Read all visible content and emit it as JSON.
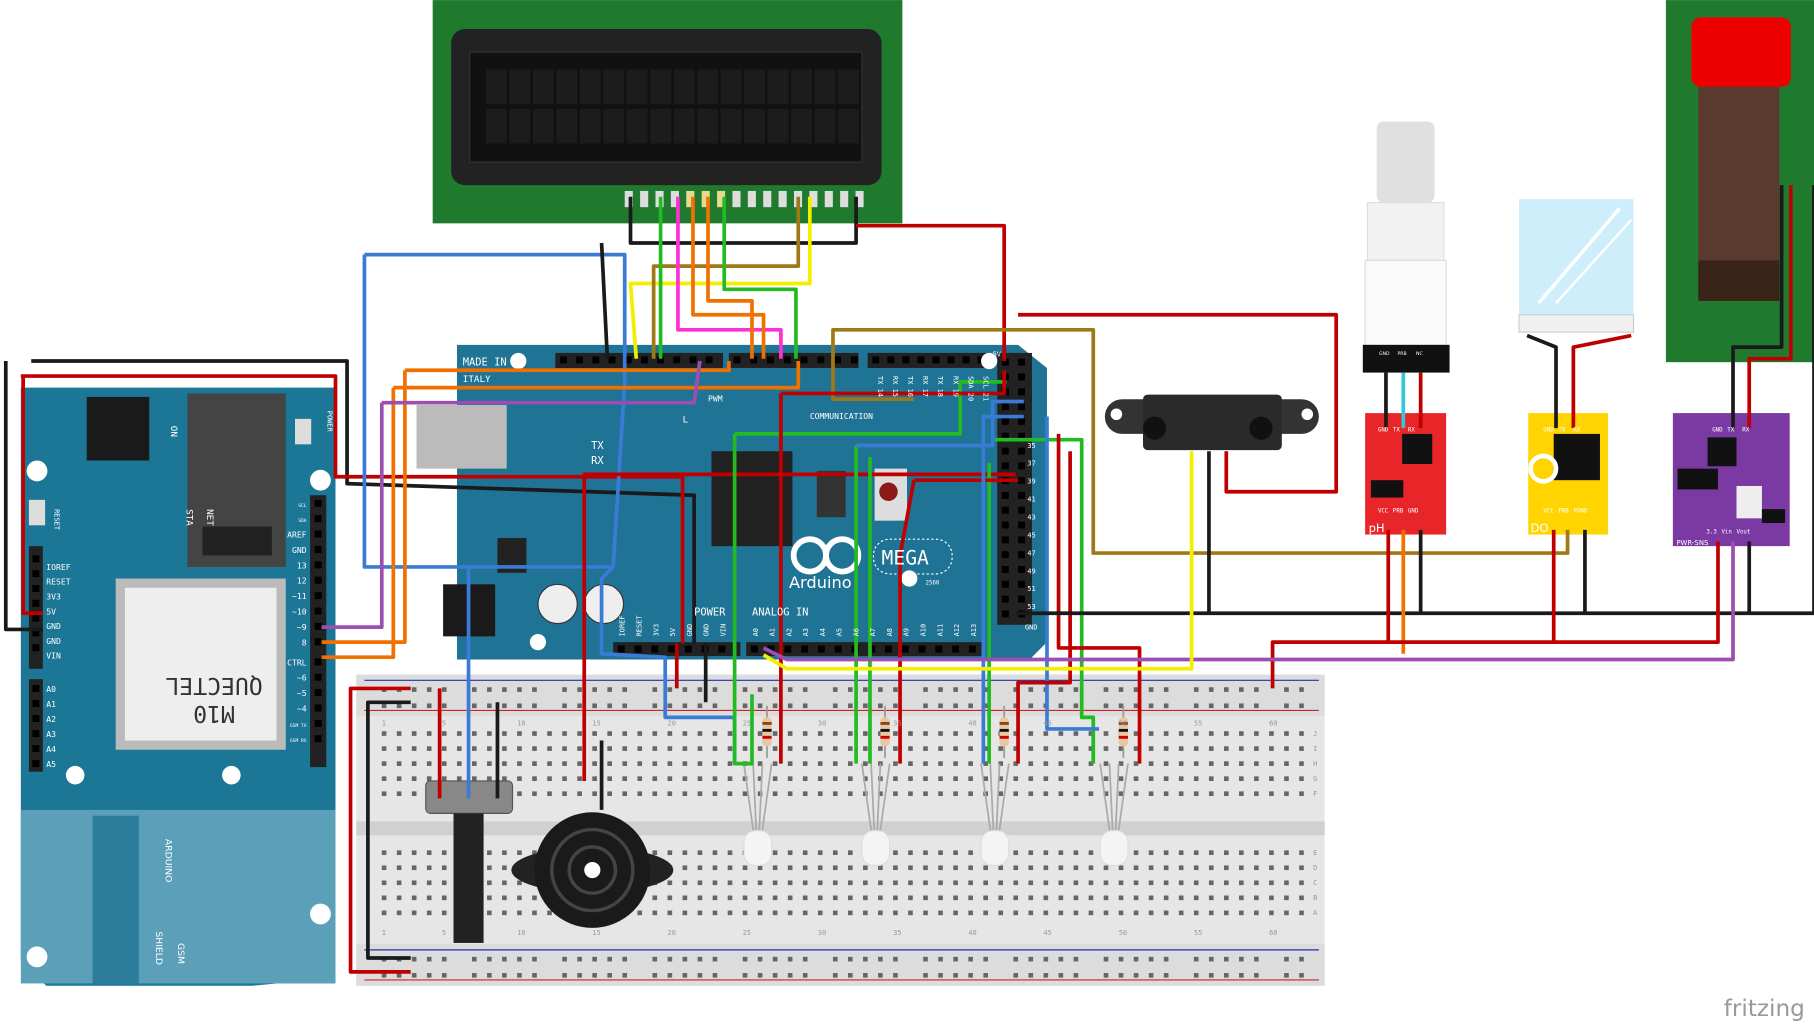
{
  "colors": {
    "board_teal": "#1f7394",
    "shield_teal": "#1c7696",
    "lcd_green": "#1f7a2e",
    "breadboard": "#e6e6e6",
    "ph_module": "#e8262a",
    "do_module": "#ffd400",
    "pwr_module": "#7b3aa3",
    "wire_red": "#c00000",
    "wire_black": "#1a1a1a",
    "wire_blue": "#3a7bd5",
    "wire_green": "#22bb22",
    "wire_orange": "#f07000",
    "wire_yellow": "#f2ef00",
    "wire_purple": "#9b4fb0",
    "wire_brown": "#a07818",
    "wire_magenta": "#ff2fd6",
    "wire_cyan": "#30c8d8"
  },
  "mega": {
    "made_in": "MADE IN",
    "italy": "ITALY",
    "logo": "Arduino",
    "model": "MEGA",
    "rev": "2560",
    "power": "POWER",
    "analog_in": "ANALOG IN",
    "communication": "COMMUNICATION",
    "pwm": "PWM",
    "tx": "TX",
    "rx": "RX",
    "l": "L",
    "five_v": "5V",
    "gnd": "GND",
    "power_pins": [
      "IOREF",
      "RESET",
      "3V3",
      "5V",
      "GND",
      "GND",
      "VIN"
    ],
    "analog_pins": [
      "A0",
      "A1",
      "A2",
      "A3",
      "A4",
      "A5",
      "A6",
      "A7",
      "A8",
      "A9",
      "A10",
      "A11",
      "A12",
      "A13"
    ],
    "comm_pins": [
      "TX 14",
      "RX 15",
      "TX 16",
      "RX 17",
      "TX 18",
      "RX 19",
      "SDA 20",
      "SCL 21"
    ],
    "digital_right": [
      "35",
      "37",
      "39",
      "41",
      "43",
      "45",
      "47",
      "49",
      "51",
      "53"
    ]
  },
  "gsm_shield": {
    "module_brand": "QUECTEL",
    "module_model": "M10",
    "label_gsm": "GSM",
    "label_shield": "SHIELD",
    "label_arduino": "ARDUINO",
    "on": "ON",
    "power": "POWER",
    "reset": "RESET",
    "net": "NET",
    "sta": "STA",
    "left_pins": [
      "IOREF",
      "RESET",
      "3V3",
      "5V",
      "GND",
      "GND",
      "VIN"
    ],
    "analog_pins": [
      "A0",
      "A1",
      "A2",
      "A3",
      "A4",
      "A5"
    ],
    "right_pins_top": [
      "SCL",
      "SDA",
      "AREF",
      "GND",
      "13",
      "12",
      "~11",
      "~10",
      "~9",
      "8"
    ],
    "right_pins_bottom": [
      "CTRL",
      "~6",
      "~5",
      "~4",
      "GSM TX",
      "GSM RX"
    ]
  },
  "modules": {
    "ph": {
      "label": "pH",
      "top_pins": [
        "GND",
        "TX",
        "RX"
      ],
      "bottom_pins": [
        "VCC",
        "PRB",
        "GND"
      ]
    },
    "do": {
      "label": "DO",
      "top_pins": [
        "GND",
        "TX",
        "RX"
      ],
      "bottom_pins": [
        "VCC",
        "PRB",
        "PGND"
      ]
    },
    "pwr": {
      "label": "PWR-SNS",
      "top_pins": [
        "GND",
        "TX",
        "RX"
      ],
      "bottom_pins": [
        "3.3",
        "Vin",
        "Vout"
      ]
    },
    "probe_connector": [
      "GND",
      "PRB",
      "NC"
    ]
  },
  "breadboard": {
    "column_numbers": [
      "1",
      "5",
      "10",
      "15",
      "20",
      "25",
      "30",
      "35",
      "40",
      "45",
      "50",
      "55",
      "60"
    ],
    "row_letters_top": [
      "J",
      "I",
      "H",
      "G",
      "F"
    ],
    "row_letters_bottom": [
      "E",
      "D",
      "C",
      "B",
      "A"
    ]
  },
  "watermark": "fritzing"
}
